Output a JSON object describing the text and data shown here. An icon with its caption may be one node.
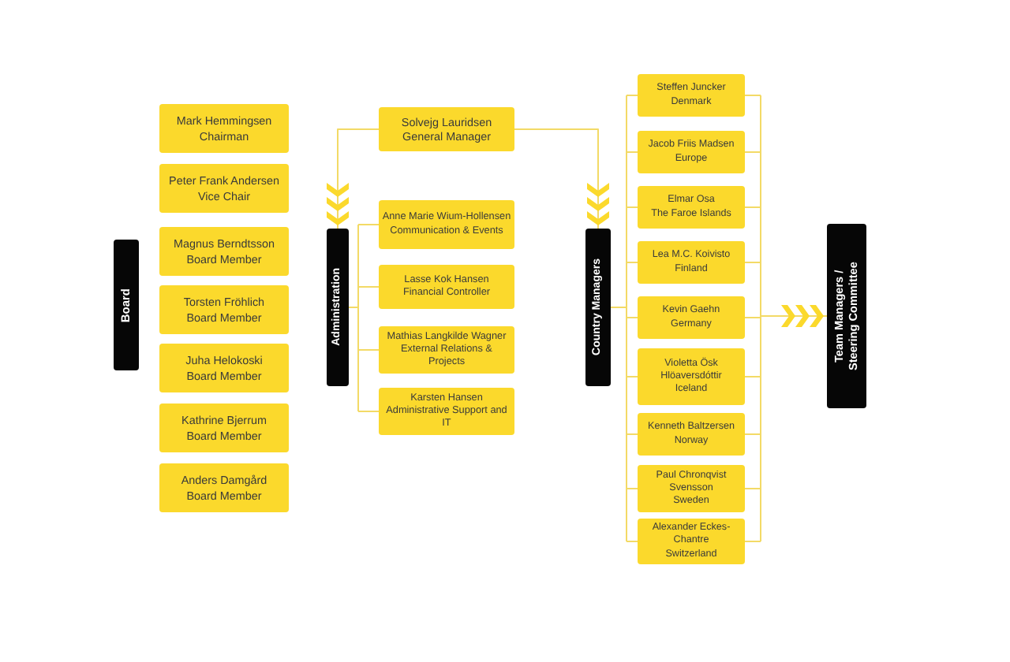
{
  "diagram": {
    "nodes": [
      {
        "text": [
          "Board"
        ]
      },
      {
        "text": [
          "Mark Hemmingsen",
          "Chairman"
        ]
      },
      {
        "text": [
          "Peter Frank Andersen",
          "Vice Chair"
        ]
      },
      {
        "text": [
          "Magnus Berndtsson",
          "Board Member"
        ]
      },
      {
        "text": [
          "Torsten Fröhlich",
          "Board Member"
        ]
      },
      {
        "text": [
          "Juha Helokoski",
          "Board Member"
        ]
      },
      {
        "text": [
          "Kathrine Bjerrum",
          "Board Member"
        ]
      },
      {
        "text": [
          "Anders Damgård",
          "Board Member"
        ]
      },
      {
        "text": [
          "Solvejg Lauridsen",
          "General Manager"
        ]
      },
      {
        "text": [
          "Administration"
        ]
      },
      {
        "text": [
          "Anne Marie Wium-Hollensen",
          "Communication & Events"
        ]
      },
      {
        "text": [
          "Lasse Kok Hansen",
          "Financial Controller"
        ]
      },
      {
        "text": [
          "Mathias Langkilde Wagner",
          "External Relations & Projects"
        ]
      },
      {
        "text": [
          "Karsten Hansen",
          "Administrative Support and IT"
        ]
      },
      {
        "text": [
          "Country Managers"
        ]
      },
      {
        "text": [
          "Steffen Juncker",
          "Denmark"
        ]
      },
      {
        "text": [
          "Jacob Friis Madsen",
          "Europe"
        ]
      },
      {
        "text": [
          "Elmar Osa",
          "The Faroe Islands"
        ]
      },
      {
        "text": [
          "Lea M.C. Koivisto",
          "Finland"
        ]
      },
      {
        "text": [
          "Kevin Gaehn",
          "Germany"
        ]
      },
      {
        "text": [
          "Violetta Ösk Hlöaversdóttir",
          "Iceland"
        ]
      },
      {
        "text": [
          "Kenneth Baltzersen",
          "Norway"
        ]
      },
      {
        "text": [
          "Paul Chronqvist Svensson",
          "Sweden"
        ]
      },
      {
        "text": [
          "Alexander Eckes-Chantre",
          "Switzerland"
        ]
      },
      {
        "text": [
          "Team Managers / Steering Committee"
        ]
      }
    ],
    "edges": [
      {
        "from": 8,
        "to": 9,
        "arrow": "to"
      },
      {
        "from": 8,
        "to": 14,
        "arrow": "to"
      },
      {
        "from": 9,
        "to": 10,
        "arrow": "none"
      },
      {
        "from": 9,
        "to": 11,
        "arrow": "none"
      },
      {
        "from": 9,
        "to": 12,
        "arrow": "none"
      },
      {
        "from": 9,
        "to": 13,
        "arrow": "none"
      },
      {
        "from": 14,
        "to": 15,
        "arrow": "none"
      },
      {
        "from": 14,
        "to": 16,
        "arrow": "none"
      },
      {
        "from": 14,
        "to": 17,
        "arrow": "none"
      },
      {
        "from": 14,
        "to": 18,
        "arrow": "none"
      },
      {
        "from": 14,
        "to": 19,
        "arrow": "none"
      },
      {
        "from": 14,
        "to": 20,
        "arrow": "none"
      },
      {
        "from": 14,
        "to": 21,
        "arrow": "none"
      },
      {
        "from": 14,
        "to": 22,
        "arrow": "none"
      },
      {
        "from": 14,
        "to": 23,
        "arrow": "none"
      },
      {
        "from": 15,
        "to": 24,
        "arrow": "to"
      },
      {
        "from": 16,
        "to": 24,
        "arrow": "to"
      },
      {
        "from": 17,
        "to": 24,
        "arrow": "to"
      },
      {
        "from": 18,
        "to": 24,
        "arrow": "to"
      },
      {
        "from": 19,
        "to": 24,
        "arrow": "to"
      },
      {
        "from": 20,
        "to": 24,
        "arrow": "to"
      },
      {
        "from": 21,
        "to": 24,
        "arrow": "to"
      },
      {
        "from": 22,
        "to": 24,
        "arrow": "to"
      },
      {
        "from": 23,
        "to": 24,
        "arrow": "to"
      }
    ]
  }
}
